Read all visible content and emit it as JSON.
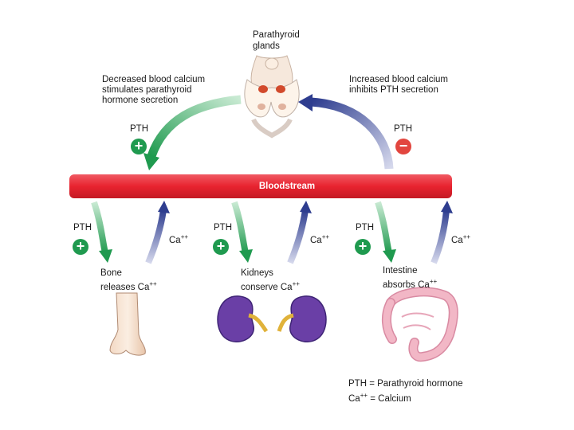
{
  "glands": {
    "line1": "Parathyroid",
    "line2": "glands"
  },
  "decrease": {
    "line1": "Decreased blood calcium",
    "line2": "stimulates parathyroid",
    "line3": "hormone secretion"
  },
  "increase": {
    "line1": "Increased blood calcium",
    "line2": "inhibits PTH secretion"
  },
  "pth_label": "PTH",
  "plus_symbol": "+",
  "minus_symbol": "−",
  "bloodstream": "Bloodstream",
  "ca_base": "Ca",
  "ca_sup": "++",
  "bone": {
    "line1": "Bone",
    "line2": "releases Ca"
  },
  "kidneys": {
    "line1": "Kidneys",
    "line2": "conserve Ca"
  },
  "intestine": {
    "line1": "Intestine",
    "line2": "absorbs Ca"
  },
  "legend": {
    "pth_key": "PTH",
    "pth_value": "=  Parathyroid hormone",
    "ca_value": "=  Calcium"
  },
  "colors": {
    "bloodstream": "#e8232f",
    "pth_arrow": "#1f9a4f",
    "ca_arrow": "#2e3d8f",
    "kidney": "#6a3fa6",
    "intestine": "#f2b7c6"
  }
}
